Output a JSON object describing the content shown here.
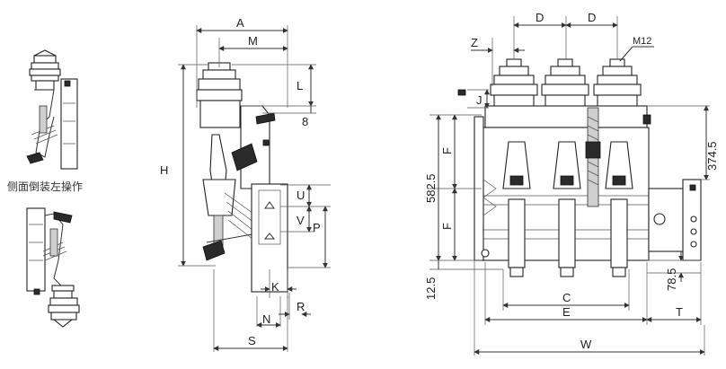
{
  "side_view_caption": "侧面倒装左操作",
  "side_view_dims": {
    "A": "A",
    "M": "M",
    "L": "L",
    "eight": "8",
    "H": "H",
    "U": "U",
    "V": "V",
    "P": "P",
    "K": "K",
    "N": "N",
    "R": "R",
    "S": "S"
  },
  "front_view_dims": {
    "D1": "D",
    "D2": "D",
    "Z": "Z",
    "M12": "M12",
    "J": "J",
    "F1": "F",
    "F2": "F",
    "dim_582_5": "582.5",
    "dim_12_5": "12.5",
    "dim_374_5": "374.5",
    "dim_78_5": "78.5",
    "C": "C",
    "E": "E",
    "T": "T",
    "W": "W"
  }
}
